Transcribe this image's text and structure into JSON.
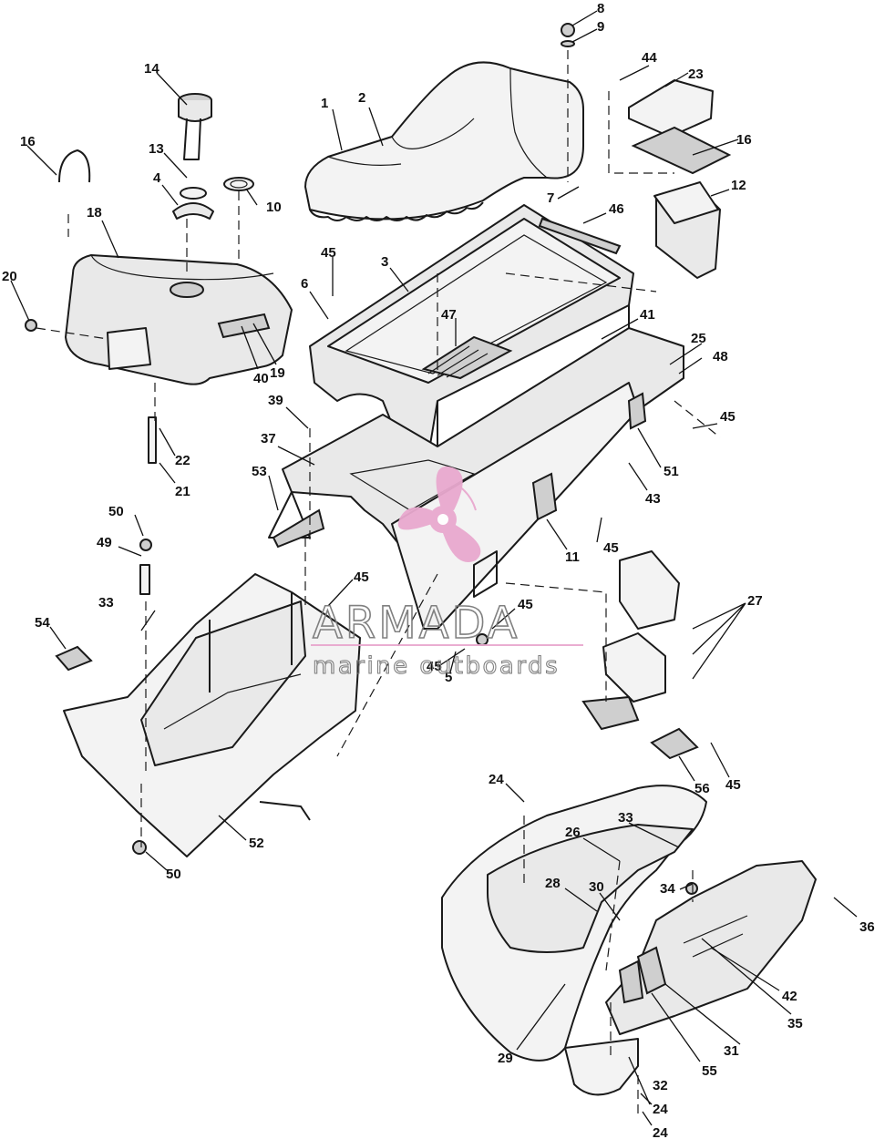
{
  "diagram": {
    "type": "exploded-parts-view",
    "callouts": [
      "1",
      "2",
      "3",
      "4",
      "5",
      "6",
      "7",
      "8",
      "9",
      "10",
      "11",
      "12",
      "13",
      "14",
      "16",
      "16",
      "18",
      "19",
      "20",
      "21",
      "22",
      "23",
      "24",
      "24",
      "24",
      "25",
      "26",
      "27",
      "28",
      "29",
      "30",
      "31",
      "32",
      "33",
      "33",
      "34",
      "35",
      "36",
      "37",
      "39",
      "40",
      "41",
      "42",
      "43",
      "44",
      "45",
      "45",
      "45",
      "45",
      "45",
      "45",
      "45",
      "46",
      "47",
      "48",
      "49",
      "50",
      "50",
      "51",
      "52",
      "53",
      "54",
      "55",
      "56"
    ]
  },
  "watermark": {
    "brand": "ARMADA",
    "tagline": "marine outboards",
    "accent_color": "#e9a9cf",
    "text_color": "#7a7a7a",
    "logo_icon": "propeller-icon"
  }
}
